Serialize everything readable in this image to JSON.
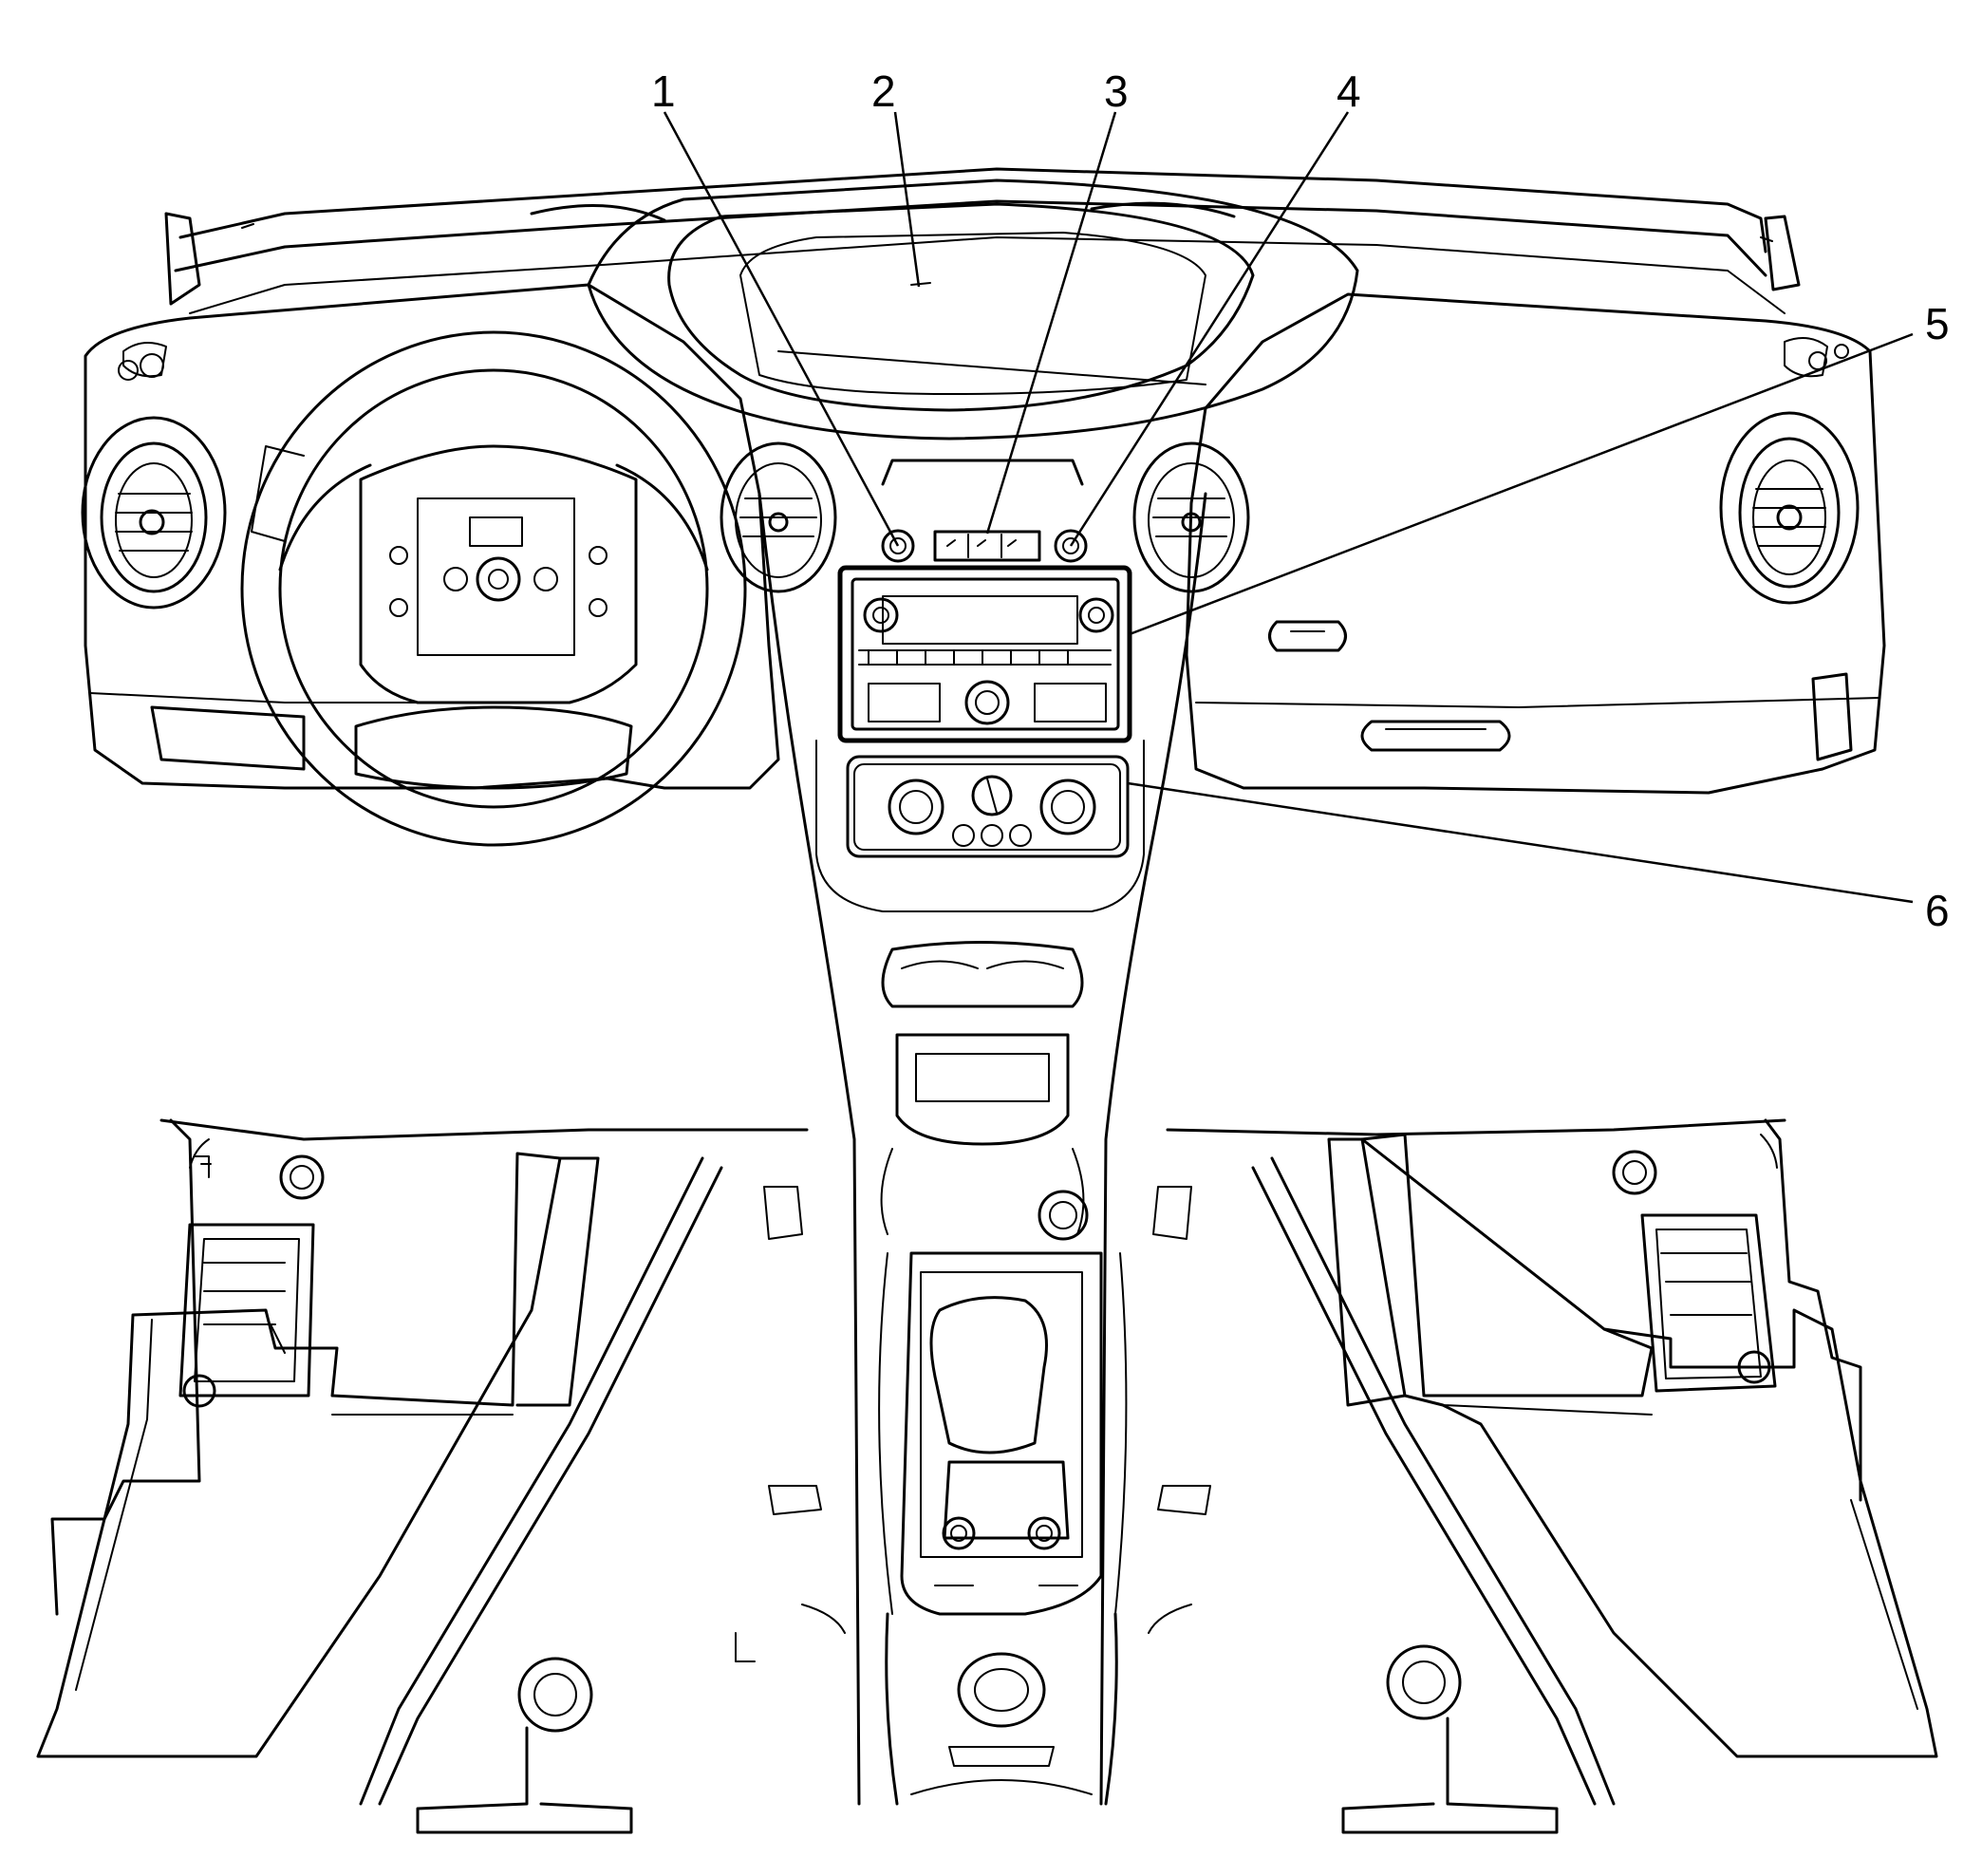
{
  "callouts": [
    {
      "id": 1,
      "label": "1"
    },
    {
      "id": 2,
      "label": "2"
    },
    {
      "id": 3,
      "label": "3"
    },
    {
      "id": 4,
      "label": "4"
    },
    {
      "id": 5,
      "label": "5"
    },
    {
      "id": 6,
      "label": "6"
    }
  ],
  "colors": {
    "line": "#000000",
    "background": "#ffffff"
  }
}
